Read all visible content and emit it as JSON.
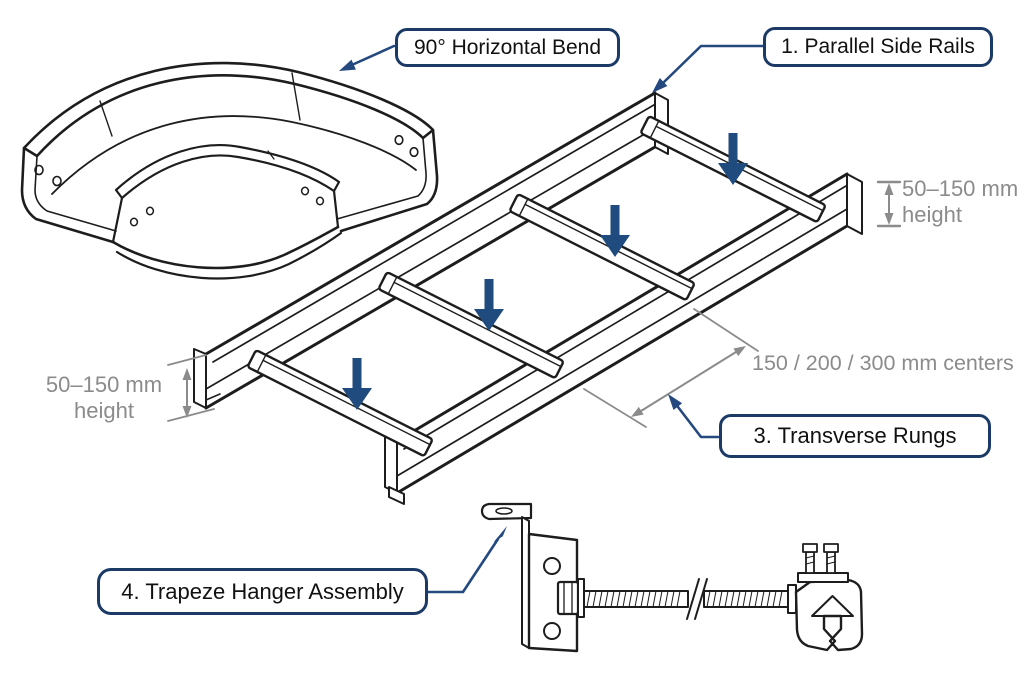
{
  "callouts": [
    {
      "id": "horizontal-bend",
      "text": "90° Horizontal Bend"
    },
    {
      "id": "parallel-side-rails",
      "text": "1. Parallel Side Rails"
    },
    {
      "id": "transverse-rungs",
      "text": "3. Transverse Rungs"
    },
    {
      "id": "trapeze-hanger",
      "text": "4. Trapeze Hanger Assembly"
    }
  ],
  "dimensions": {
    "height_left": {
      "value": "50–150 mm",
      "label": "height"
    },
    "height_right": {
      "value": "50–150 mm",
      "label": "height"
    },
    "rung_spacing": {
      "text": "150 / 200 / 300 mm centers"
    }
  },
  "icons": {
    "load_arrow": "down-arrow",
    "load_arrow_count": 4
  },
  "colors": {
    "background": "#ffffff",
    "line_black": "#1d1d1d",
    "callout_border": "#1c3a66",
    "connector_blue": "#24497f",
    "load_arrow_blue": "#1f4b7e",
    "dimension_gray": "#8b8b8b"
  }
}
